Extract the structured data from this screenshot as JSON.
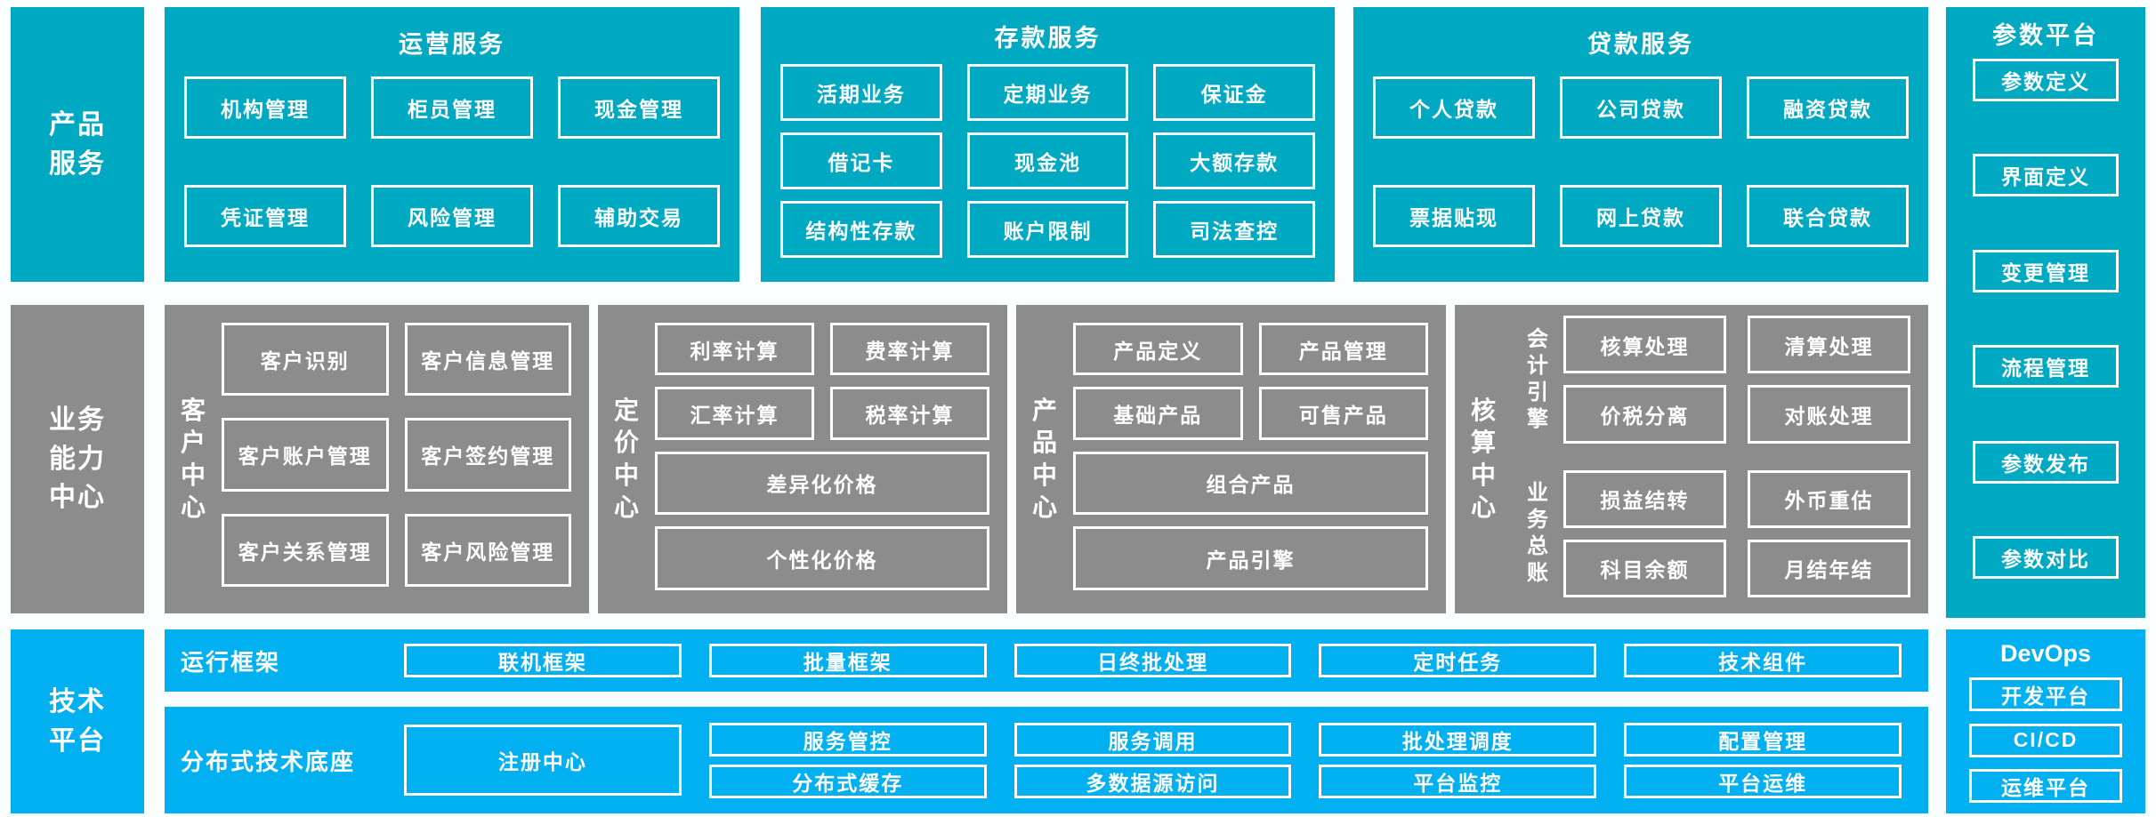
{
  "colors": {
    "teal": "#00A9C2",
    "blue": "#00B0F0",
    "gray": "#8C8C8C",
    "background": "#FBFEFE",
    "text": "#FFFFFF"
  },
  "rows": {
    "product_services": {
      "label": "产品\n服务",
      "panels": [
        {
          "title": "运营服务",
          "buttons": [
            "机构管理",
            "柜员管理",
            "现金管理",
            "凭证管理",
            "风险管理",
            "辅助交易"
          ]
        },
        {
          "title": "存款服务",
          "buttons": [
            "活期业务",
            "定期业务",
            "保证金",
            "借记卡",
            "现金池",
            "大额存款",
            "结构性存款",
            "账户限制",
            "司法查控"
          ]
        },
        {
          "title": "贷款服务",
          "buttons": [
            "个人贷款",
            "公司贷款",
            "融资贷款",
            "票据贴现",
            "网上贷款",
            "联合贷款"
          ]
        }
      ]
    },
    "parameter_platform": {
      "title": "参数平台",
      "buttons": [
        "参数定义",
        "界面定义",
        "变更管理",
        "流程管理",
        "参数发布",
        "参数对比"
      ]
    },
    "business_capability": {
      "label": "业务\n能力\n中心",
      "customer_center": {
        "label": "客\n户\n中\n心",
        "buttons": [
          "客户识别",
          "客户信息管理",
          "客户账户管理",
          "客户签约管理",
          "客户关系管理",
          "客户风险管理"
        ]
      },
      "pricing_center": {
        "label": "定\n价\n中\n心",
        "small_buttons": [
          "利率计算",
          "费率计算",
          "汇率计算",
          "税率计算"
        ],
        "wide_buttons": [
          "差异化价格",
          "个性化价格"
        ]
      },
      "product_center": {
        "label": "产\n品\n中\n心",
        "small_buttons": [
          "产品定义",
          "产品管理",
          "基础产品",
          "可售产品"
        ],
        "wide_buttons": [
          "组合产品",
          "产品引擎"
        ]
      },
      "accounting_center": {
        "label": "核\n算\n中\n心",
        "groups": [
          {
            "label": "会\n计\n引\n擎",
            "buttons": [
              "核算处理",
              "清算处理",
              "价税分离",
              "对账处理"
            ]
          },
          {
            "label": "业\n务\n总\n账",
            "buttons": [
              "损益结转",
              "外币重估",
              "科目余额",
              "月结年结"
            ]
          }
        ]
      }
    },
    "technology_platform": {
      "label": "技术\n平台",
      "runtime_framework": {
        "label": "运行框架",
        "buttons": [
          "联机框架",
          "批量框架",
          "日终批处理",
          "定时任务",
          "技术组件"
        ]
      },
      "distributed_base": {
        "label": "分布式技术底座",
        "tall_button": "注册中心",
        "stacked_columns": [
          [
            "服务管控",
            "分布式缓存"
          ],
          [
            "服务调用",
            "多数据源访问"
          ],
          [
            "批处理调度",
            "平台监控"
          ],
          [
            "配置管理",
            "平台运维"
          ]
        ]
      },
      "devops": {
        "title": "DevOps",
        "buttons": [
          "开发平台",
          "CI/CD",
          "运维平台"
        ]
      }
    }
  }
}
